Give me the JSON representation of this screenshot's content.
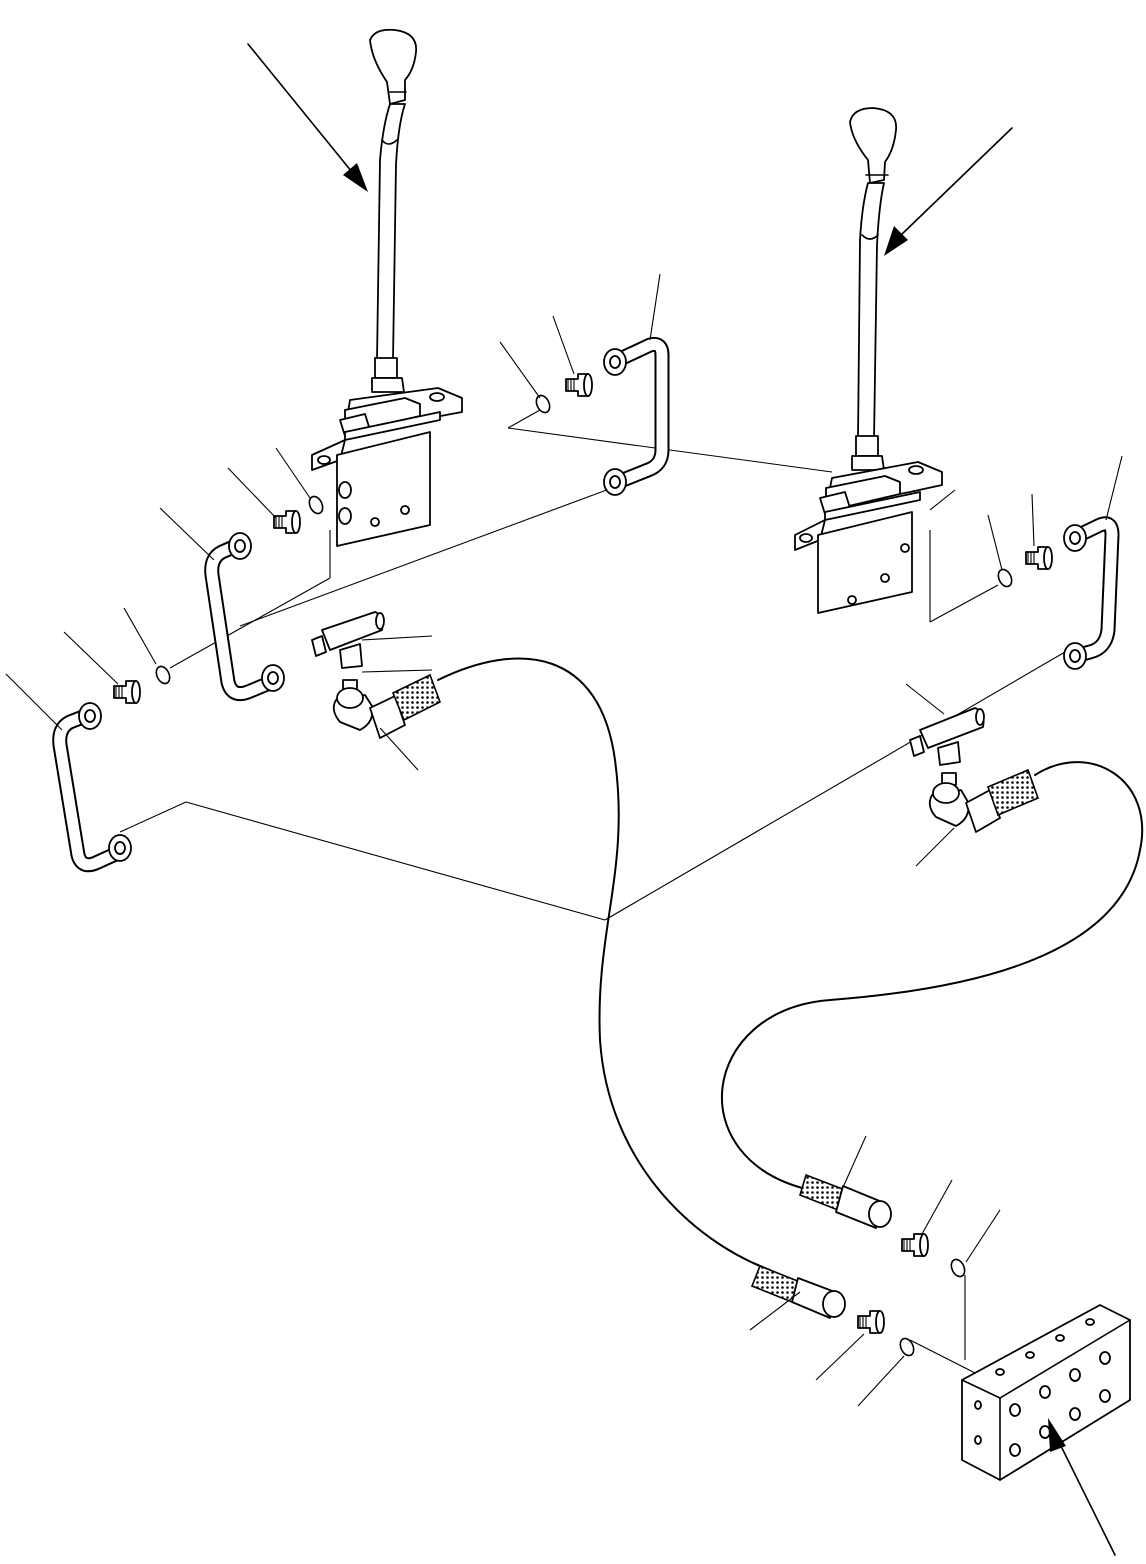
{
  "diagram": {
    "parts": [
      {
        "id": "control-lever-left",
        "icon": "control-lever-icon"
      },
      {
        "id": "control-lever-right",
        "icon": "control-lever-icon"
      },
      {
        "id": "valve-block-left",
        "icon": "pilot-valve-icon"
      },
      {
        "id": "valve-block-right",
        "icon": "pilot-valve-icon"
      },
      {
        "id": "manifold-block",
        "icon": "manifold-block-icon"
      },
      {
        "id": "tube-left-upper",
        "icon": "bent-tube-icon"
      },
      {
        "id": "tube-left-lower",
        "icon": "bent-tube-icon"
      },
      {
        "id": "tube-center",
        "icon": "bent-tube-icon"
      },
      {
        "id": "tube-right",
        "icon": "bent-tube-icon"
      },
      {
        "id": "tee-fitting-left",
        "icon": "tee-fitting-icon"
      },
      {
        "id": "tee-fitting-right",
        "icon": "tee-fitting-icon"
      },
      {
        "id": "hose-left",
        "icon": "hose-icon"
      },
      {
        "id": "hose-right",
        "icon": "hose-icon"
      }
    ]
  }
}
